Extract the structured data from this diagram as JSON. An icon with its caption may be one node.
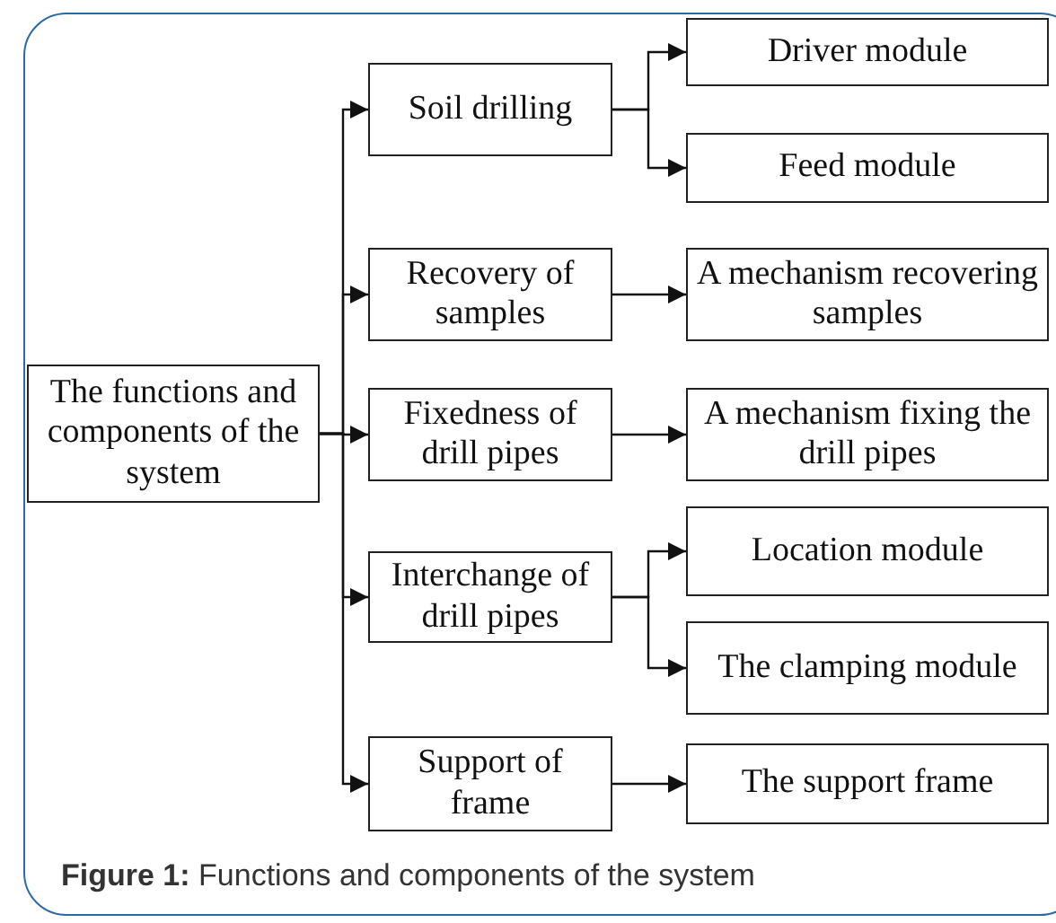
{
  "diagram": {
    "caption": "**Figure 1:**   Functions and components of the system",
    "nodes": [
      {
        "text": [
          "The functions and components of the system"
        ]
      },
      {
        "text": [
          "Soil drilling"
        ]
      },
      {
        "text": [
          "Driver module"
        ]
      },
      {
        "text": [
          "Feed module"
        ]
      },
      {
        "text": [
          "Recovery of samples"
        ]
      },
      {
        "text": [
          "A mechanism recovering samples"
        ]
      },
      {
        "text": [
          "Fixedness of drill pipes"
        ]
      },
      {
        "text": [
          "A mechanism fixing the drill pipes"
        ]
      },
      {
        "text": [
          "Interchange of drill pipes"
        ]
      },
      {
        "text": [
          "Location module"
        ]
      },
      {
        "text": [
          "The clamping module"
        ]
      },
      {
        "text": [
          "Support of frame"
        ]
      },
      {
        "text": [
          "The support frame"
        ]
      }
    ],
    "edges": [
      {
        "from": 0,
        "to": 1,
        "arrow": "to"
      },
      {
        "from": 0,
        "to": 4,
        "arrow": "to"
      },
      {
        "from": 0,
        "to": 6,
        "arrow": "to"
      },
      {
        "from": 0,
        "to": 8,
        "arrow": "to"
      },
      {
        "from": 0,
        "to": 11,
        "arrow": "to"
      },
      {
        "from": 1,
        "to": 2,
        "arrow": "to"
      },
      {
        "from": 1,
        "to": 3,
        "arrow": "to"
      },
      {
        "from": 4,
        "to": 5,
        "arrow": "to"
      },
      {
        "from": 6,
        "to": 7,
        "arrow": "to"
      },
      {
        "from": 8,
        "to": 9,
        "arrow": "to"
      },
      {
        "from": 8,
        "to": 10,
        "arrow": "to"
      },
      {
        "from": 11,
        "to": 12,
        "arrow": "to"
      }
    ]
  }
}
